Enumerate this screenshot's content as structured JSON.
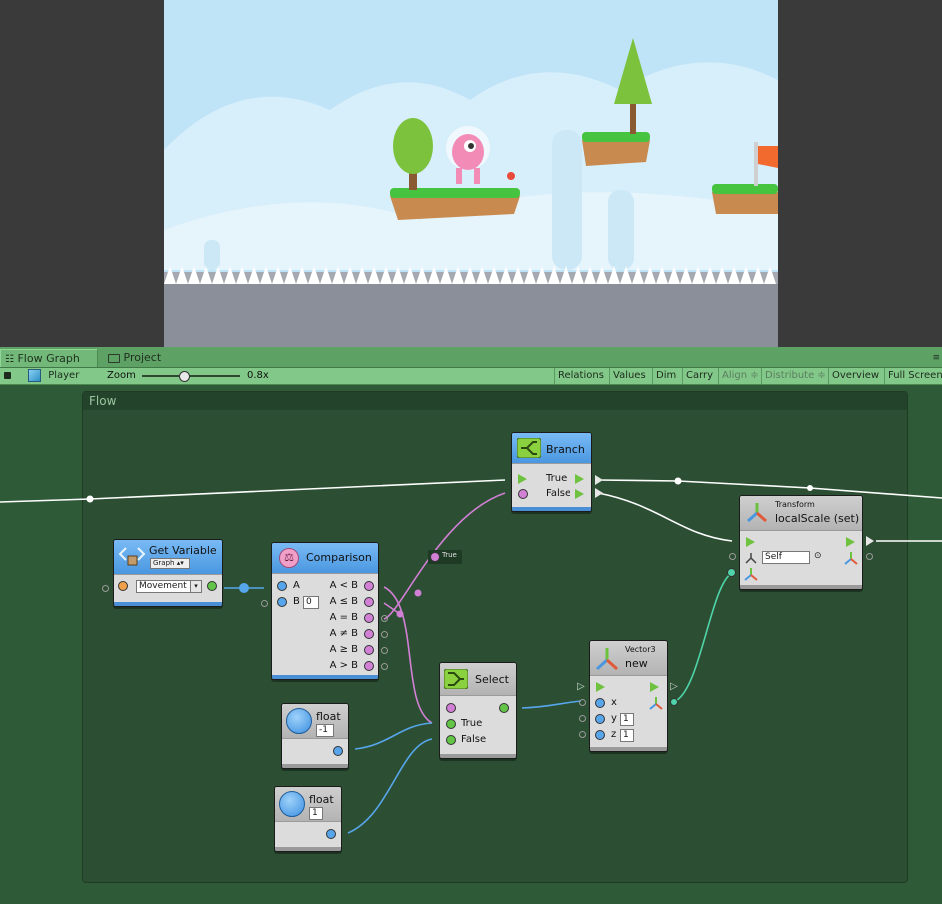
{
  "tabs": {
    "flow_graph": "Flow Graph",
    "project": "Project"
  },
  "toolbar": {
    "object": "Player",
    "zoom_label": "Zoom",
    "zoom_value": "0.8x",
    "zoom_fraction": 0.42,
    "buttons": [
      "Relations",
      "Values",
      "Dim",
      "Carry",
      "Align ≑",
      "Distribute ≑",
      "Overview",
      "Full Screen"
    ]
  },
  "group": {
    "title": "Flow"
  },
  "nodes": {
    "get_variable": {
      "title": "Get Variable",
      "scope": "Graph",
      "value": "Movement"
    },
    "comparison": {
      "title": "Comparison",
      "in_a": "A",
      "in_b": "B",
      "b_value": "0",
      "outputs": [
        "A < B",
        "A ≤ B",
        "A = B",
        "A ≠ B",
        "A ≥ B",
        "A > B"
      ]
    },
    "branch": {
      "title": "Branch",
      "true_label": "True",
      "false_label": "False"
    },
    "select": {
      "title": "Select",
      "true_label": "True",
      "false_label": "False"
    },
    "float_neg": {
      "title": "float",
      "value": "-1"
    },
    "float_pos": {
      "title": "float",
      "value": "1"
    },
    "vector3": {
      "subtitle": "Vector3",
      "title": "new",
      "x": "x",
      "y": "y",
      "y_value": "1",
      "z": "z",
      "z_value": "1"
    },
    "transform": {
      "subtitle": "Transform",
      "title": "localScale (set)",
      "target": "Self"
    }
  },
  "connection_label": "True",
  "colors": {
    "canvas": "#2f5a37",
    "control_edge": "#ffffff",
    "bool_edge": "#d27fd6",
    "float_edge": "#57a6ec",
    "vector_edge": "#4fd3a8"
  }
}
